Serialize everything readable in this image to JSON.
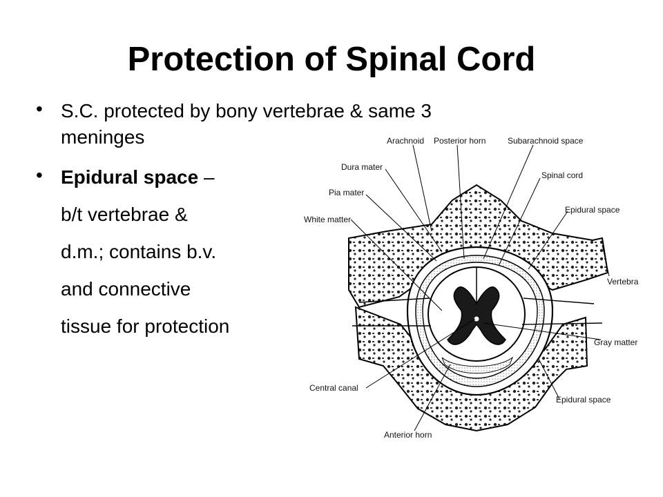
{
  "slide": {
    "title": "Protection of Spinal Cord",
    "bullet1": {
      "line1": "S.C. protected by bony vertebrae & same 3",
      "line2": "meninges"
    },
    "bullet2": {
      "bold": "Epidural space",
      "rest": " –",
      "lines": [
        "b/t vertebrae &",
        "d.m.; contains b.v.",
        "and connective",
        "tissue for protection"
      ]
    },
    "bullet_glyph": "•"
  },
  "diagram": {
    "labels": {
      "arachnoid": "Arachnoid",
      "posterior_horn": "Posterior horn",
      "subarachnoid_space": "Subarachnoid space",
      "dura_mater": "Dura mater",
      "spinal_cord": "Spinal cord",
      "pia_mater": "Pia mater",
      "epidural_space_top": "Epidural space",
      "white_matter": "White matter",
      "vertebra": "Vertebra",
      "gray_matter": "Gray matter",
      "central_canal": "Central canal",
      "epidural_space_bottom": "Epidural space",
      "anterior_horn": "Anterior horn"
    }
  }
}
